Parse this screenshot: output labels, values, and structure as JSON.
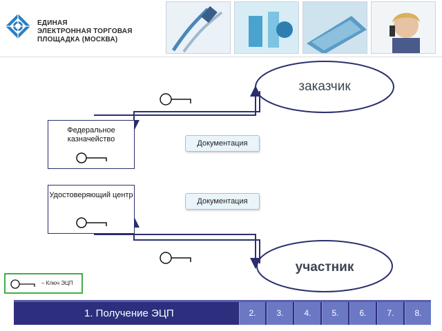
{
  "header": {
    "org_name_lines": [
      "ЕДИНАЯ",
      "ЭЛЕКТРОННАЯ ТОРГОВАЯ",
      "ПЛОЩАДКА (МОСКВА)"
    ]
  },
  "diagram": {
    "nodes": {
      "customer": "заказчик",
      "participant": "участник",
      "treasury": "Федеральное казначейство",
      "cert_center": "Удостоверяющий центр"
    },
    "documents": [
      "Документация",
      "Документация"
    ],
    "legend_text": "– Ключ ЭЦП"
  },
  "navigation": {
    "current_step": "1. Получение ЭЦП",
    "steps": [
      "2.",
      "3.",
      "4.",
      "5.",
      "6.",
      "7.",
      "8."
    ]
  },
  "colors": {
    "line": "#2a2e6e",
    "nav_main": "#2d2f7e",
    "nav_step": "#6b78c4",
    "legend_border": "#3fae49"
  }
}
